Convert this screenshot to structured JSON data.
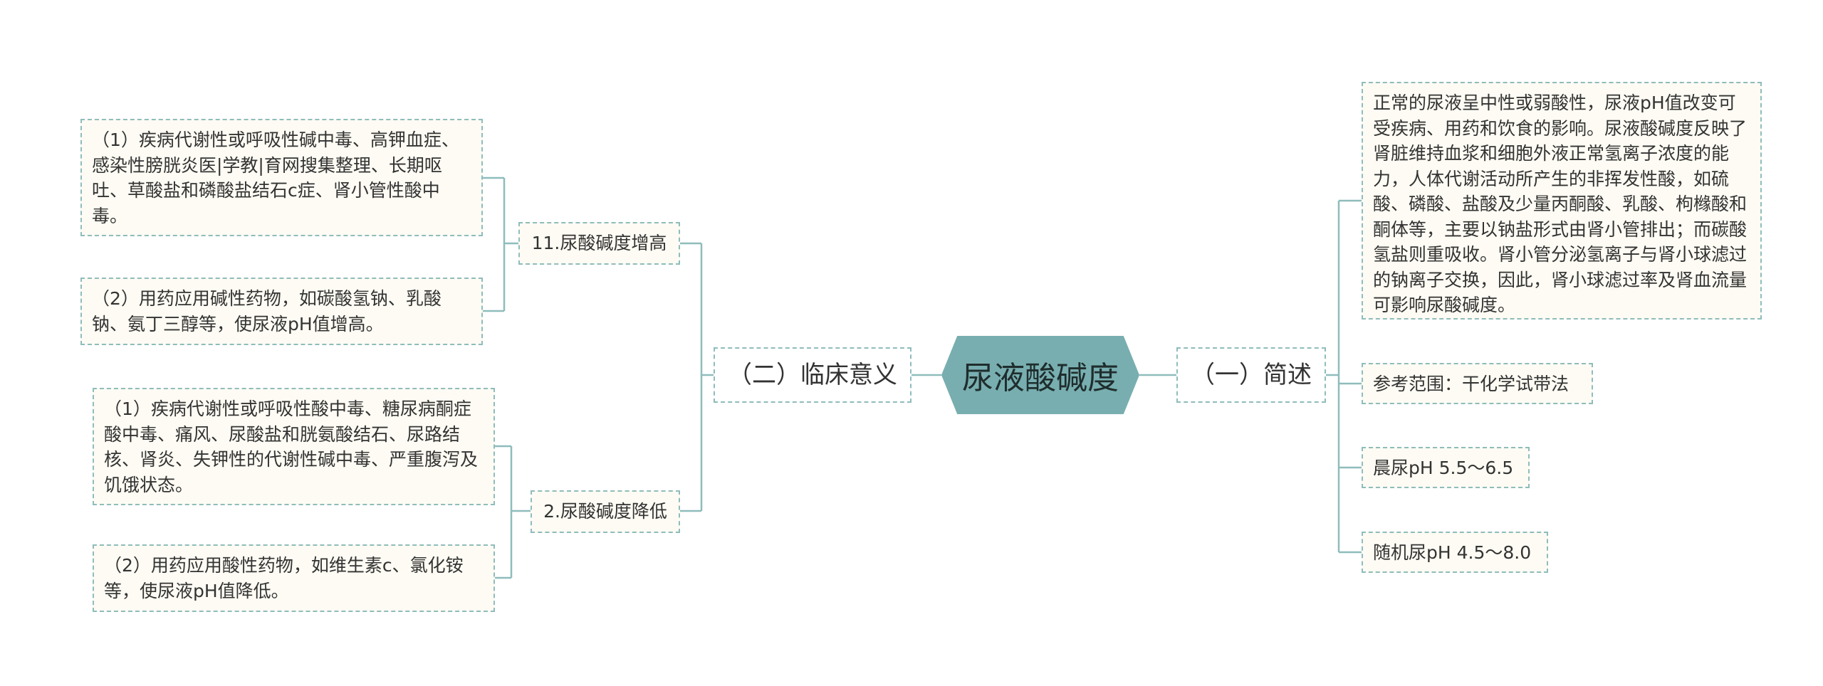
{
  "root": {
    "label": "尿液酸碱度"
  },
  "right_branch": {
    "label": "（一）简述",
    "items": [
      "正常的尿液呈中性或弱酸性，尿液pH值改变可受疾病、用药和饮食的影响。尿液酸碱度反映了肾脏维持血浆和细胞外液正常氢离子浓度的能力，人体代谢活动所产生的非挥发性酸，如硫酸、磷酸、盐酸及少量丙酮酸、乳酸、枸橼酸和酮体等，主要以钠盐形式由肾小管排出；而碳酸氢盐则重吸收。肾小管分泌氢离子与肾小球滤过的钠离子交换，因此，肾小球滤过率及肾血流量可影响尿酸碱度。",
      "参考范围：干化学试带法",
      "晨尿pH 5.5～6.5",
      "随机尿pH 4.5～8.0"
    ]
  },
  "left_branch": {
    "label": "（二）临床意义",
    "increase": {
      "label": "11.尿酸碱度增高",
      "items": [
        "（1）疾病代谢性或呼吸性碱中毒、高钾血症、感染性膀胱炎医|学教|育网搜集整理、长期呕吐、草酸盐和磷酸盐结石c症、肾小管性酸中毒。",
        "（2）用药应用碱性药物，如碳酸氢钠、乳酸钠、氨丁三醇等，使尿液pH值增高。"
      ]
    },
    "decrease": {
      "label": "2.尿酸碱度降低",
      "items": [
        "（1）疾病代谢性或呼吸性酸中毒、糖尿病酮症酸中毒、痛风、尿酸盐和胱氨酸结石、尿路结核、肾炎、失钾性的代谢性碱中毒、严重腹泻及饥饿状态。",
        "（2）用药应用酸性药物，如维生素c、氯化铵等，使尿液pH值降低。"
      ]
    }
  },
  "colors": {
    "root_fill": "#78aeb0",
    "border": "#8fbcbc",
    "node_fill": "#fdfbf3",
    "line": "#8fbcbc"
  }
}
